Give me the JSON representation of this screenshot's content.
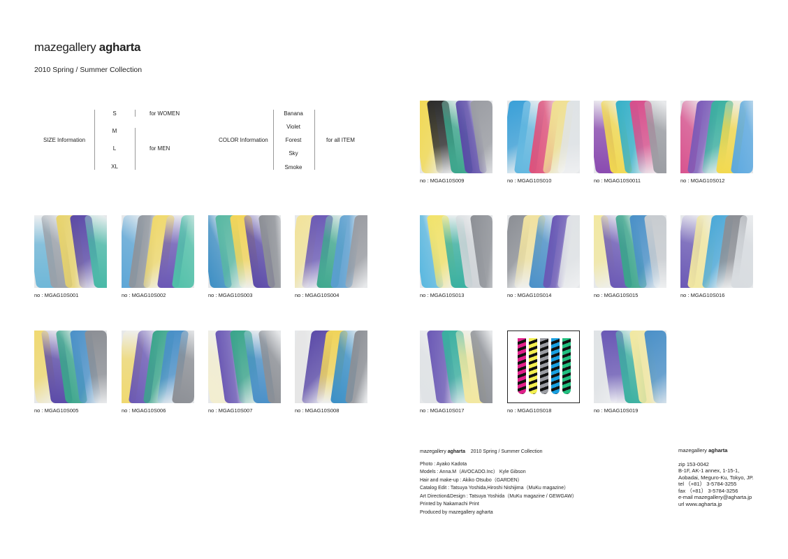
{
  "header": {
    "brand_light": "mazegallery",
    "brand_bold": "agharta",
    "subtitle": "2010 Spring / Summer Collection"
  },
  "size_info": {
    "label": "SIZE Information",
    "sizes": [
      "S",
      "M",
      "L",
      "XL"
    ],
    "for_women": "for WOMEN",
    "for_men": "for MEN"
  },
  "color_info": {
    "label": "COLOR Information",
    "colors": [
      "Banana",
      "Violet",
      "Forest",
      "Sky",
      "Smoke"
    ],
    "for_all": "for all ITEM"
  },
  "items": [
    {
      "no": "no : MGAG10S001",
      "palette": [
        "#6fb7d8",
        "#9aa0a8",
        "#e8d36a",
        "#5b4aa8",
        "#47b8a6"
      ]
    },
    {
      "no": "no : MGAG10S002",
      "palette": [
        "#5aa5d6",
        "#8e949c",
        "#f0d96c",
        "#6a58b5",
        "#4fc0a8"
      ]
    },
    {
      "no": "no : MGAG10S003",
      "palette": [
        "#3e8fc4",
        "#58b8a2",
        "#f3d55a",
        "#5b4aa8",
        "#8c8f95"
      ]
    },
    {
      "no": "no : MGAG10S004",
      "palette": [
        "#f2e39a",
        "#6b5ab6",
        "#3fa88e",
        "#5a9ed0",
        "#9a9ca2"
      ]
    },
    {
      "no": "no : MGAG10S005",
      "palette": [
        "#f0d970",
        "#5b4aa8",
        "#3aa58b",
        "#4a90c8",
        "#8c8f95"
      ]
    },
    {
      "no": "no : MGAG10S006",
      "palette": [
        "#f0d970",
        "#6a58b5",
        "#3aa58b",
        "#4a90c8",
        "#8c8f95"
      ]
    },
    {
      "no": "no : MGAG10S007",
      "palette": [
        "#f3eed0",
        "#6a58b5",
        "#3aa58b",
        "#4a90c8",
        "#8c8f95"
      ]
    },
    {
      "no": "no : MGAG10S008",
      "palette": [
        "#e6e6e6",
        "#5b4aa8",
        "#f0d45a",
        "#3a8fc6",
        "#8c8f95"
      ]
    },
    {
      "no": "no : MGAG10S009",
      "palette": [
        "#f2d94e",
        "#2c2c2c",
        "#3aa58b",
        "#5b4aa8",
        "#9a9ca2"
      ]
    },
    {
      "no": "no : MGAG10S010",
      "palette": [
        "#3aa0d8",
        "#63b8e0",
        "#e0507a",
        "#f0e090",
        "#dfe3e6"
      ]
    },
    {
      "no": "no : MGAG10S0011",
      "palette": [
        "#8a4ab0",
        "#f2d94e",
        "#34b0c8",
        "#d84f8c",
        "#9a9ca2"
      ]
    },
    {
      "no": "no : MGAG10S012",
      "palette": [
        "#d84f8c",
        "#7a5ab8",
        "#3ab0a0",
        "#f2d94e",
        "#5aa8e0"
      ]
    },
    {
      "no": "no : MGAG10S013",
      "palette": [
        "#5ab8e0",
        "#f2e36a",
        "#3ab0a0",
        "#d0d4d8",
        "#8c8f95"
      ]
    },
    {
      "no": "no : MGAG10S014",
      "palette": [
        "#8c8f95",
        "#f0e2a0",
        "#4a90c8",
        "#6a58b5",
        "#e0e3e6"
      ]
    },
    {
      "no": "no : MGAG10S015",
      "palette": [
        "#f2e8a0",
        "#6a58b5",
        "#3aa58b",
        "#4a90c8",
        "#c8ccd0"
      ]
    },
    {
      "no": "no : MGAG10S016",
      "palette": [
        "#6a58b5",
        "#f2e8a0",
        "#4aa8d8",
        "#8c8f95",
        "#d8dce0"
      ]
    },
    {
      "no": "no : MGAG10S017",
      "palette": [
        "#e0e3e6",
        "#6a58b5",
        "#3ab0a0",
        "#f2e8a0",
        "#8c8f95"
      ]
    },
    {
      "no": "no : MGAG10S018",
      "palette": [
        "#e0208a",
        "#f2ee50",
        "#9a9ca2",
        "#1aa0e0",
        "#22c080"
      ]
    },
    {
      "no": "no : MGAG10S019",
      "palette": [
        "#e0e3e6",
        "#6a58b5",
        "#3ab0a0",
        "#f2e8a0",
        "#4a90c8"
      ]
    }
  ],
  "credits": {
    "title_light": "mazegallery",
    "title_bold": "agharta",
    "title_rest": "2010 Spring / Summer Collection",
    "lines": [
      "Photo : Ayako Kadota",
      "Models : Anna.M（AVOCADO.Inc） Kyle Gibson",
      "Hair and make-up : Akiko Otsubo（GARDEN）",
      "Catalog Edit : Tatsuya Yoshida,Hiroshi Nishijima（MuKu magazine）",
      "Art Direction&Design : Tatsuya Yoshida（MuKu magazine / GEWGAW）",
      "Printed by Nakamachi Print",
      "Produced by mazegallery agharta"
    ]
  },
  "contact": {
    "brand_light": "mazegallery",
    "brand_bold": "agharta",
    "lines": [
      "zip 153-0042",
      "B-1F, AK-1 annex, 1-15-1,",
      "Aobadai, Meguro-Ku, Tokyo, JP.",
      "tel （+81） 3-5784-3255",
      "fax （+81） 3-5784-3256",
      "e-mail  mazegallery@agharta.jp",
      "url  www.agharta.jp"
    ]
  }
}
